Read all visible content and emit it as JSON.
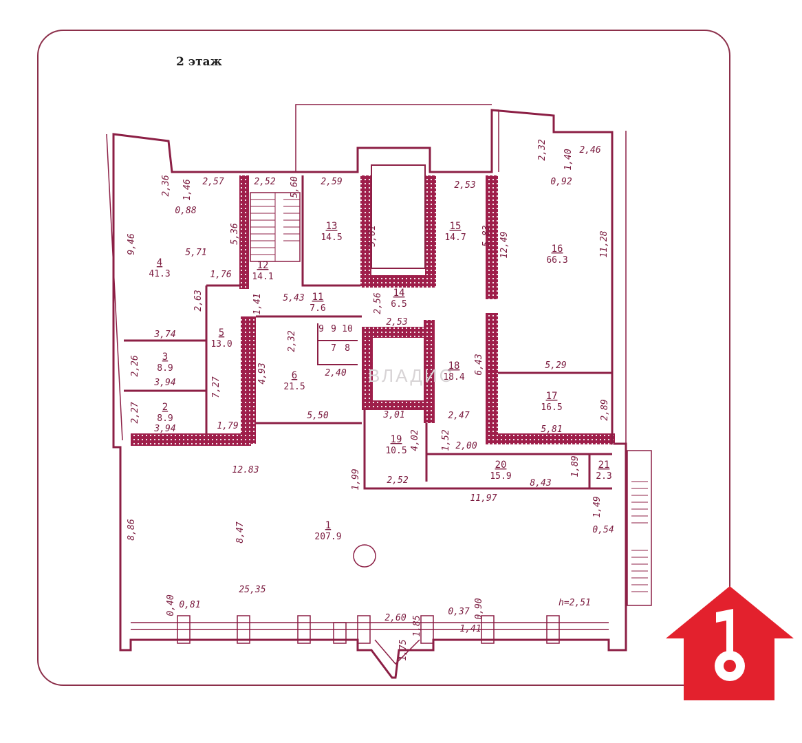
{
  "plan": {
    "floor_title": "2 этаж",
    "ceiling_height": "h=2,51",
    "watermark": "ВЛАДИС",
    "rooms": [
      {
        "id": "r1",
        "num": "1",
        "area": "207.9"
      },
      {
        "id": "r2",
        "num": "2",
        "area": "8.9"
      },
      {
        "id": "r3",
        "num": "3",
        "area": "8.9"
      },
      {
        "id": "r4",
        "num": "4",
        "area": "41.3"
      },
      {
        "id": "r5",
        "num": "5",
        "area": "13.0"
      },
      {
        "id": "r6",
        "num": "6",
        "area": "21.5"
      },
      {
        "id": "r11",
        "num": "11",
        "area": "7.6"
      },
      {
        "id": "r12",
        "num": "12",
        "area": "14.1"
      },
      {
        "id": "r13",
        "num": "13",
        "area": "14.5"
      },
      {
        "id": "r14",
        "num": "14",
        "area": "6.5"
      },
      {
        "id": "r15",
        "num": "15",
        "area": "14.7"
      },
      {
        "id": "r16",
        "num": "16",
        "area": "66.3"
      },
      {
        "id": "r17",
        "num": "17",
        "area": "16.5"
      },
      {
        "id": "r18",
        "num": "18",
        "area": "18.4"
      },
      {
        "id": "r19",
        "num": "19",
        "area": "10.5"
      },
      {
        "id": "r20",
        "num": "20",
        "area": "15.9"
      },
      {
        "id": "r21",
        "num": "21",
        "area": "2.3"
      }
    ],
    "small_rooms": [
      "9",
      "9",
      "10",
      "7",
      "8"
    ],
    "dimensions": [
      "2,36",
      "1,46",
      "2,57",
      "0,88",
      "2,52",
      "5,60",
      "2,59",
      "2,53",
      "2,32",
      "1,40",
      "2,46",
      "0,92",
      "9,46",
      "5,71",
      "5,36",
      "5,61",
      "5,83",
      "12,49",
      "11,28",
      "1,76",
      "2,63",
      "1,41",
      "5,43",
      "2,56",
      "2,53",
      "3,74",
      "2,32",
      "2,26",
      "3,94",
      "7,27",
      "4,93",
      "2,40",
      "6,43",
      "5,29",
      "2,27",
      "3,94",
      "5,50",
      "3,01",
      "2,47",
      "2,89",
      "1,79",
      "4,02",
      "1,52",
      "2,00",
      "5,81",
      "12.83",
      "1,99",
      "2,52",
      "8,43",
      "1,89",
      "11,97",
      "1,49",
      "8,86",
      "8,47",
      "0,54",
      "25,35",
      "0,40",
      "0,81",
      "2,60",
      "1,85",
      "0,37",
      "0,90",
      "1,41",
      "1,75"
    ]
  },
  "logo": {
    "name": "house-key-logo",
    "color": "#e3212d"
  }
}
